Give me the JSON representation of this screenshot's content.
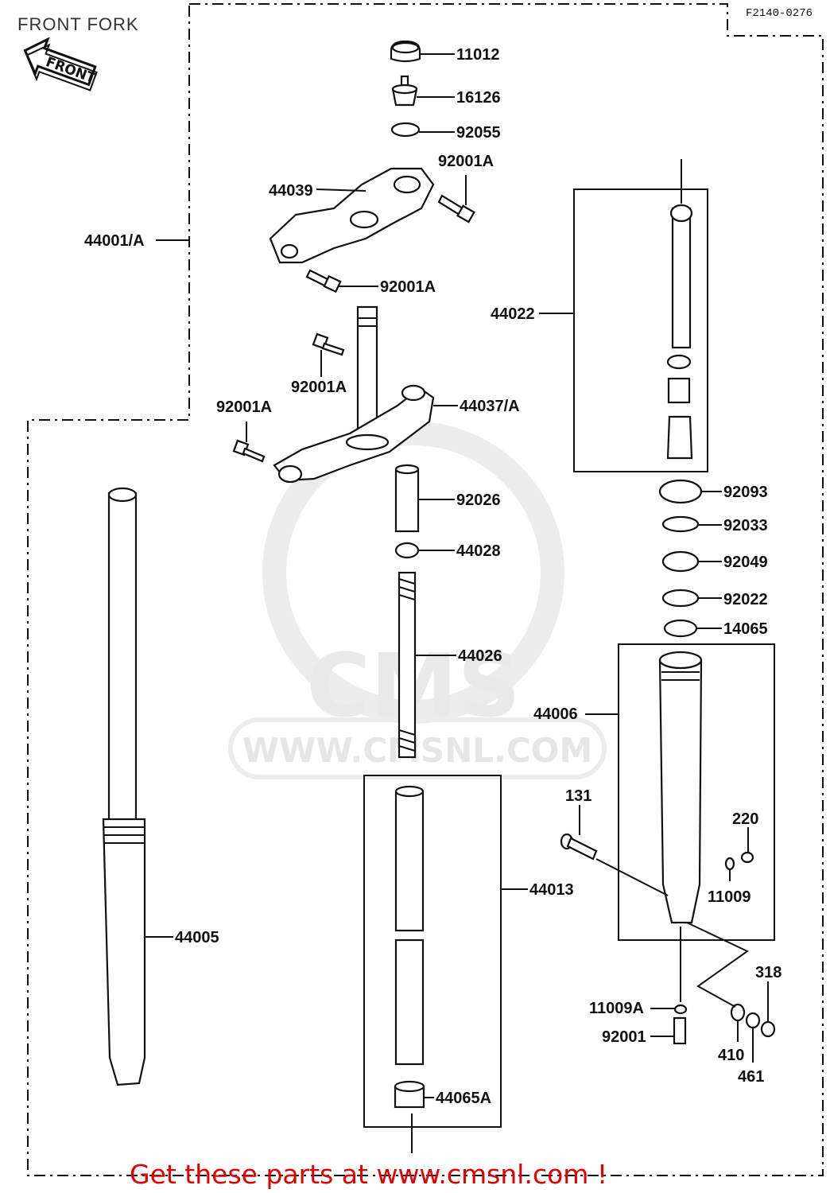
{
  "title": "FRONT FORK",
  "ref_code": "F2140-0276",
  "front_arrow_label": "FRONT",
  "watermark": {
    "logo": "CMS",
    "url": "WWW.CMSNL.COM"
  },
  "promo_text": "Get these parts at www.cmsnl.com !",
  "parts": {
    "p11012": "11012",
    "p16126": "16126",
    "p92055": "92055",
    "p92001A_top": "92001A",
    "p44039": "44039",
    "p44001A": "44001/A",
    "p92001A_mid": "92001A",
    "p44022": "44022",
    "p92001A_stem": "92001A",
    "p92001A_left": "92001A",
    "p44037A": "44037/A",
    "p92026": "92026",
    "p44028": "44028",
    "p92093": "92093",
    "p92033": "92033",
    "p92049": "92049",
    "p92022": "92022",
    "p14065": "14065",
    "p44026": "44026",
    "p44006": "44006",
    "p131": "131",
    "p220": "220",
    "p11009": "11009",
    "p44013": "44013",
    "p44005": "44005",
    "p318": "318",
    "p11009A": "11009A",
    "p92001": "92001",
    "p410": "410",
    "p461": "461",
    "p44065A": "44065A"
  }
}
